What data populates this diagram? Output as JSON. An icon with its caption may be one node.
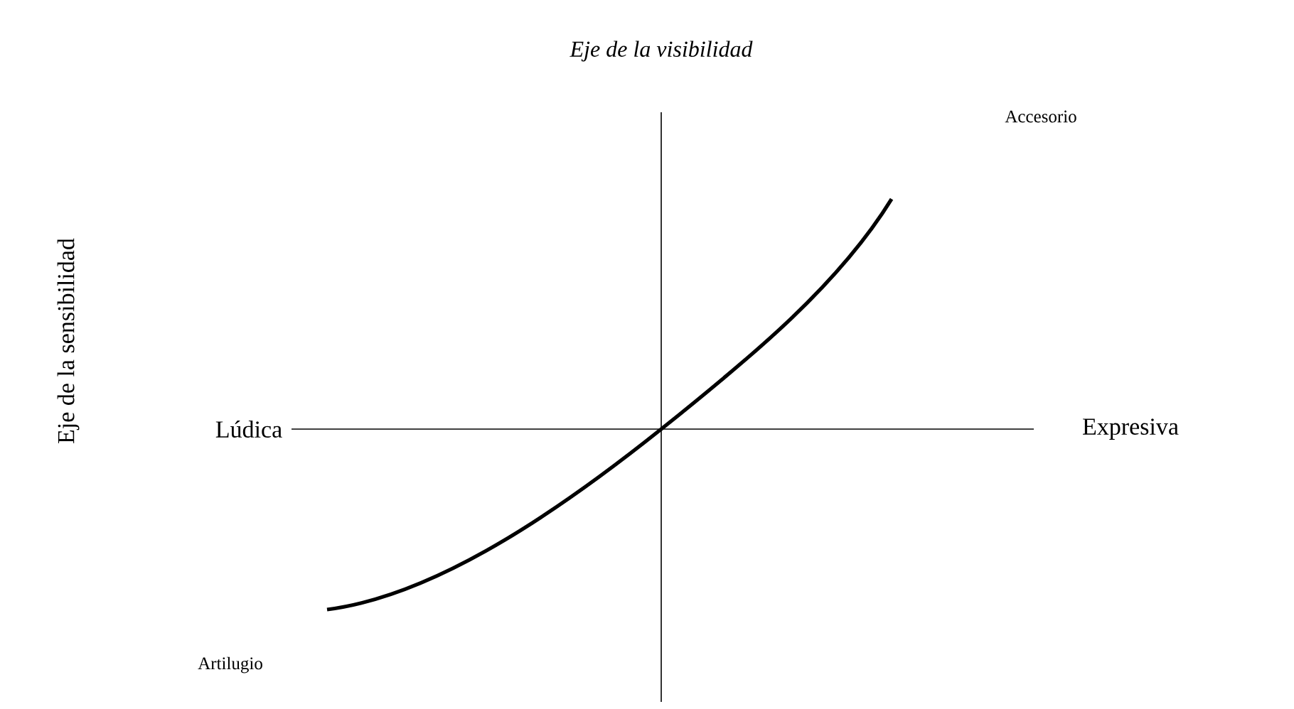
{
  "diagram": {
    "title": "Eje de la visibilidad",
    "labels": [
      "Accesorio",
      "Eje de la sensibilidad",
      "Lúdica",
      "Expresiva",
      "Artilugio"
    ]
  }
}
